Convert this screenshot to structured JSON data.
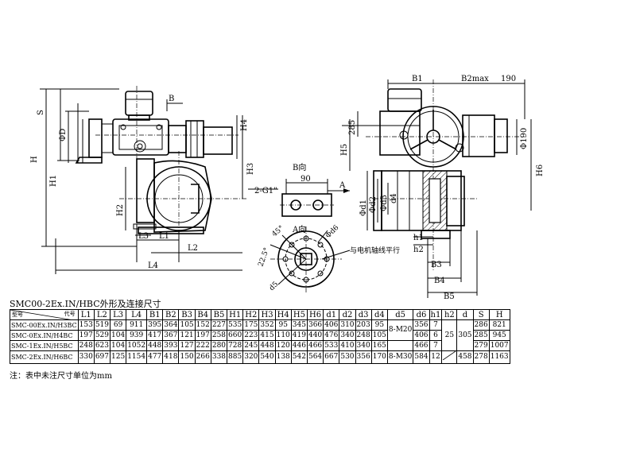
{
  "drawing": {
    "front": {
      "B": "B",
      "S": "S",
      "H": "H",
      "H1": "H1",
      "H2": "H2",
      "H3": "H3",
      "H4": "H4",
      "D": "ΦD",
      "L1": "L1",
      "L2": "L2",
      "L3": "L3",
      "L4": "L4",
      "conduit": "2-G1\"",
      "arrowA": "A"
    },
    "bview": {
      "title": "B向",
      "dim": "90"
    },
    "aview": {
      "title": "A向",
      "a45": "45°",
      "a225": "22.5°",
      "d6": "Φd6",
      "d5": "d5",
      "note": "与电机轴线平行"
    },
    "side": {
      "B1": "B1",
      "B2": "B2max",
      "w190": "190",
      "phi190": "Φ190",
      "H5": "H5",
      "h285": "285",
      "H6": "H6",
      "d1": "Φd1",
      "d2": "Φd2",
      "d3": "Φd3",
      "d4": "d4",
      "h1": "h1",
      "h2": "h2",
      "B3": "B3",
      "B4": "B4",
      "B5": "B5"
    }
  },
  "table": {
    "title": "SMC00-2Ex.IN/HBC外形及连接尺寸",
    "corner_top": "代号",
    "corner_bottom": "型号",
    "columns": [
      "L1",
      "L2",
      "L3",
      "L4",
      "B1",
      "B2",
      "B3",
      "B4",
      "B5",
      "H1",
      "H2",
      "H3",
      "H4",
      "H5",
      "H6",
      "d1",
      "d2",
      "d3",
      "d4",
      "d5",
      "d6",
      "h1",
      "h2",
      "d",
      "S",
      "H"
    ],
    "rows": [
      {
        "model": "SMC-00Ex.IN/H3BC",
        "vals": [
          "153",
          "519",
          "69",
          "911",
          "395",
          "364",
          "105",
          "152",
          "227",
          "535",
          "175",
          "352",
          "95",
          "345",
          "366",
          "406",
          "310",
          "203",
          "95"
        ]
      },
      {
        "model": "SMC-0Ex.IN/H4BC",
        "vals": [
          "197",
          "529",
          "104",
          "939",
          "417",
          "367",
          "121",
          "197",
          "258",
          "660",
          "223",
          "415",
          "110",
          "419",
          "440",
          "476",
          "340",
          "248",
          "105"
        ]
      },
      {
        "model": "SMC-1Ex.IN/H5BC",
        "vals": [
          "248",
          "623",
          "104",
          "1052",
          "448",
          "393",
          "127",
          "222",
          "280",
          "728",
          "245",
          "448",
          "120",
          "446",
          "466",
          "533",
          "410",
          "340",
          "165"
        ]
      },
      {
        "model": "SMC-2Ex.IN/H6BC",
        "vals": [
          "330",
          "697",
          "125",
          "1154",
          "477",
          "418",
          "150",
          "266",
          "338",
          "885",
          "320",
          "540",
          "138",
          "542",
          "564",
          "667",
          "530",
          "356",
          "170"
        ]
      }
    ],
    "d5": [
      "8-M20",
      "8-M30"
    ],
    "d6": [
      "356",
      "406",
      "466",
      "584"
    ],
    "h1": [
      "7",
      "6",
      "7",
      "12"
    ],
    "h2": "25",
    "d": [
      "305",
      "458"
    ],
    "S": [
      "286",
      "285",
      "279",
      "278"
    ],
    "H": [
      "821",
      "945",
      "1007",
      "1163"
    ]
  },
  "note": "注：表中未注尺寸单位为mm"
}
